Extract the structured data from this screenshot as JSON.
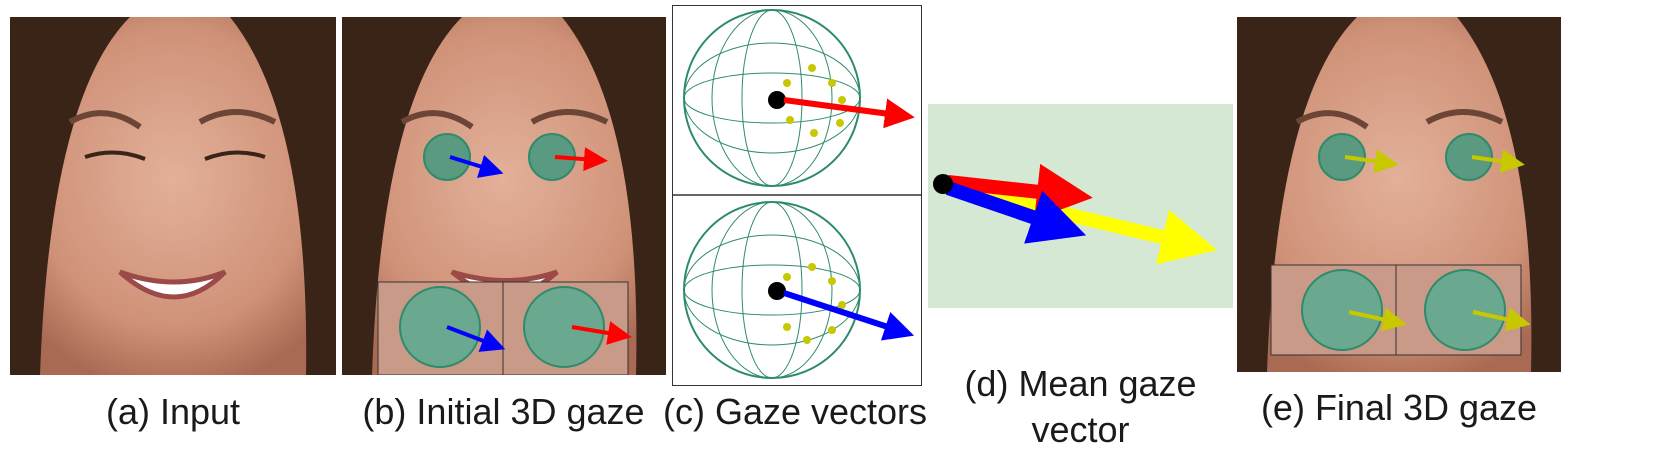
{
  "captions": {
    "a": "(a) Input",
    "b": "(b) Initial 3D gaze",
    "c": "(c) Gaze vectors",
    "d_line1": "(d) Mean gaze",
    "d_line2": "vector",
    "e": "(e) Final 3D gaze"
  },
  "colors": {
    "mesh": "#2e8b6b",
    "pupil_dots": "#c8c800",
    "eye_center": "#000000",
    "right_eye_gaze": "#ff0000",
    "left_eye_gaze": "#0000ff",
    "mean_gaze": "#ffff00",
    "mean_panel_bg": "#d4e8d4",
    "skin": "#d49a80",
    "hair": "#3a2418"
  },
  "icons": [
    "face-photo",
    "eyeball-mesh-icon",
    "gaze-arrow-icon"
  ]
}
